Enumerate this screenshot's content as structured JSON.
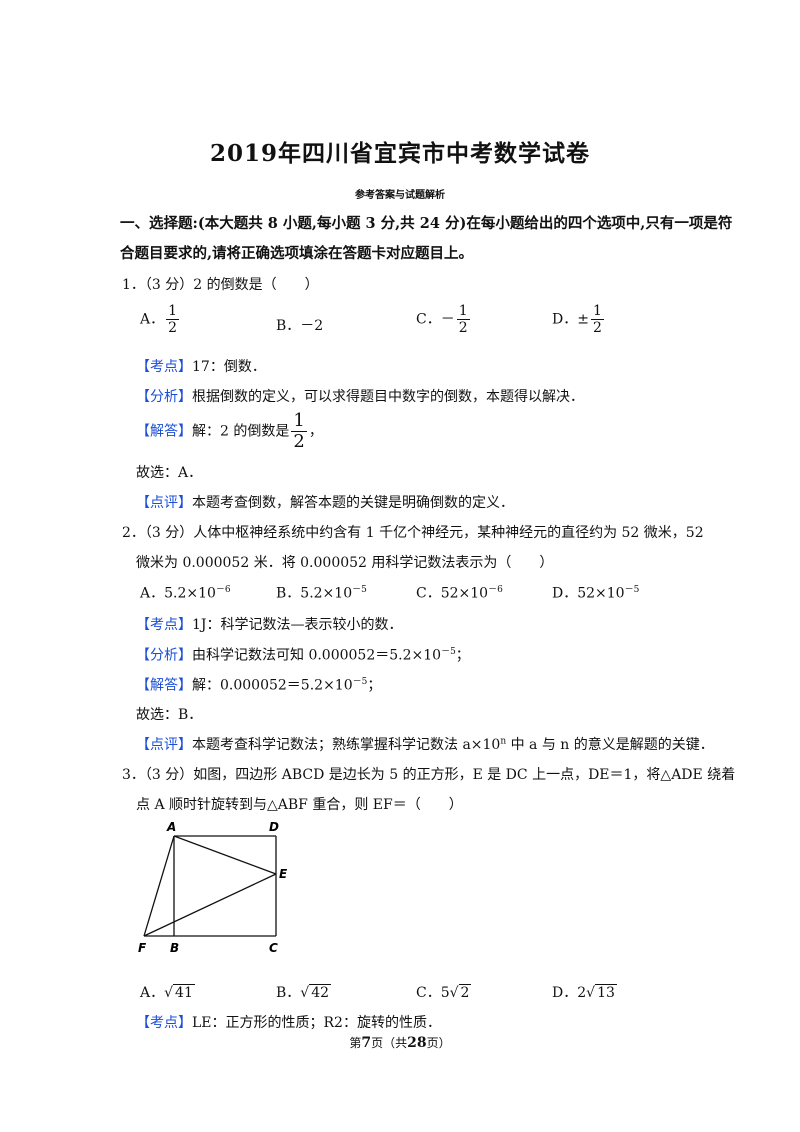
{
  "title": "2019年四川省宜宾市中考数学试卷",
  "subtitle": "参考答案与试题解析",
  "section": {
    "line1": "一、选择题:(本大题共 8 小题,每小题 3 分,共 24 分)在每小题给出的四个选项中,只有一项是符",
    "line2": "合题目要求的,请将正确选项填涂在答题卡对应题目上。"
  },
  "tags": {
    "kaodian": "【考点】",
    "fenxi": "【分析】",
    "jieda": "【解答】",
    "dianping": "【点评】"
  },
  "q1": {
    "stem": "1．（3 分）2 的倒数是（　　）",
    "opt_a_label": "A．",
    "opt_b": "B．－2",
    "opt_c_label": "C．－",
    "opt_d_label": "D．±",
    "frac_num": "1",
    "frac_den": "2",
    "kaodian": "17：倒数．",
    "fenxi": "根据倒数的定义，可以求得题目中数字的倒数，本题得以解决．",
    "jieda": "解：2 的倒数是",
    "jieda_end": "，",
    "guxuan": "故选：A．",
    "dianping": "本题考查倒数，解答本题的关键是明确倒数的定义．"
  },
  "q2": {
    "stem1": "2．（3 分）人体中枢神经系统中约含有 1 千亿个神经元，某种神经元的直径约为 52 微米，52",
    "stem2": "微米为 0.000052 米．将 0.000052 用科学记数法表示为（　　）",
    "opt_a": "A．5.2×10",
    "opt_a_exp": "－6",
    "opt_b": "B．5.2×10",
    "opt_b_exp": "－5",
    "opt_c": "C．52×10",
    "opt_c_exp": "－6",
    "opt_d": "D．52×10",
    "opt_d_exp": "－5",
    "kaodian": "1J：科学记数法—表示较小的数．",
    "fenxi": "由科学记数法可知 0.000052＝5.2×10",
    "fenxi_exp": "－5",
    "fenxi_end": "；",
    "jieda": "解：0.000052＝5.2×10",
    "jieda_exp": "－5",
    "jieda_end": "；",
    "guxuan": "故选：B．",
    "dianping_pre": "本题考查科学记数法；熟练掌握科学记数法 a×10",
    "dianping_exp": "n",
    "dianping_post": " 中 a 与 n 的意义是解题的关键．"
  },
  "q3": {
    "stem1": "3．（3 分）如图，四边形 ABCD 是边长为 5 的正方形，E 是 DC 上一点，DE＝1，将△ADE 绕着",
    "stem2": "点 A 顺时针旋转到与△ABF 重合，则 EF＝（　　）",
    "fig_labels": {
      "A": "A",
      "D": "D",
      "E": "E",
      "F": "F",
      "B": "B",
      "C": "C"
    },
    "opt_a_label": "A．",
    "opt_a_rad": "41",
    "opt_b_label": "B．",
    "opt_b_rad": "42",
    "opt_c_label": "C．5",
    "opt_c_rad": "2",
    "opt_d_label": "D．2",
    "opt_d_rad": "13",
    "kaodian": "LE：正方形的性质；R2：旋转的性质．"
  },
  "footer": {
    "pre": "第",
    "page": "7",
    "mid": "页（共",
    "total": "28",
    "post": "页）"
  }
}
